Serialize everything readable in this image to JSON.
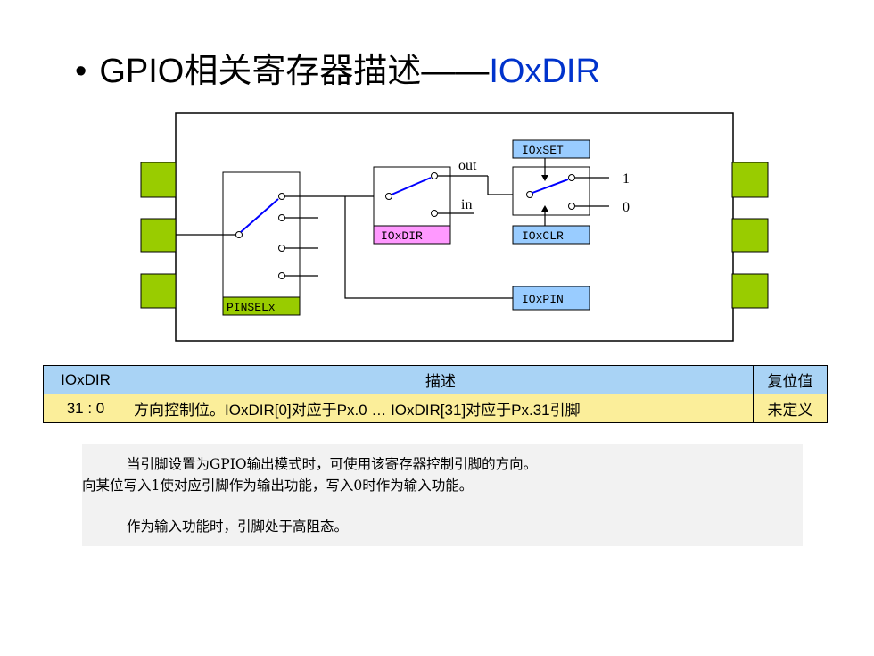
{
  "title": {
    "bullet": "•",
    "prefix": "GPIO相关寄存器描述——",
    "register": "IOxDIR"
  },
  "diagram": {
    "labels": {
      "pinsel": "PINSELx",
      "dir": "IOxDIR",
      "set": "IOxSET",
      "clr": "IOxCLR",
      "pin": "IOxPIN",
      "out": "out",
      "in": "in",
      "one": "1",
      "zero": "0"
    },
    "colors": {
      "pin_block": "#99cc00",
      "pinsel_box": "#99cc00",
      "dir_box": "#ff99ff",
      "reg_box": "#99ccff",
      "switch_arm": "#0000ff"
    }
  },
  "table": {
    "headers": [
      "IOxDIR",
      "描述",
      "复位值"
    ],
    "rows": [
      [
        "31 : 0",
        "方向控制位。IOxDIR[0]对应于Px.0 … IOxDIR[31]对应于Px.31引脚",
        "未定义"
      ]
    ],
    "colors": {
      "header": "#a9d3f5",
      "row": "#fbee9a"
    }
  },
  "note": {
    "line1": "当引脚设置为GPIO输出模式时，可使用该寄存器控制引脚的方向。",
    "line2": "向某位写入1使对应引脚作为输出功能，写入0时作为输入功能。",
    "line3": "作为输入功能时，引脚处于高阻态。"
  }
}
